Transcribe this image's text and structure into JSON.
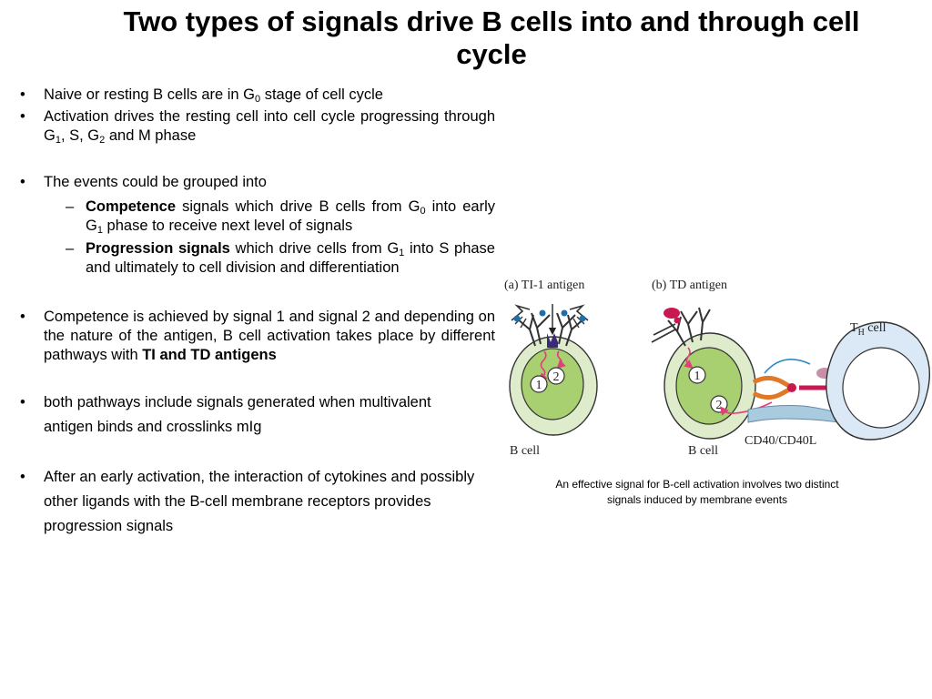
{
  "title": "Two types of signals drive B cells into and through cell cycle",
  "bullet_char": "•",
  "dash_char": "–",
  "bullets": {
    "b1": {
      "pre": "Naive or resting B cells are in G",
      "sub": "0",
      "post": " stage of cell cycle"
    },
    "b2": {
      "pre": "Activation drives the resting cell into cell cycle progressing through G",
      "sub1": "1",
      "mid1": ", S, G",
      "sub2": "2",
      "post": " and M phase"
    },
    "b3": {
      "text": "The events could be grouped into"
    },
    "s1": {
      "bold": "Competence",
      "pre": " signals which drive B cells from G",
      "sub1": "0",
      "mid": " into early G",
      "sub2": "1",
      "post": " phase to receive next level of signals"
    },
    "s2": {
      "bold": "Progression signals",
      "pre": " which drive cells from G",
      "sub": "1",
      "post": " into S phase and ultimately to cell division and differentiation"
    },
    "b4": {
      "pre": "Competence is achieved by signal 1 and signal 2 and depending on the nature of the antigen, B cell activation takes place by different pathways with ",
      "bold": "TI and TD antigens"
    },
    "b5": {
      "text": "both pathways include signals generated when multivalent antigen binds and crosslinks mIg"
    },
    "b6": {
      "text": "After an early activation, the interaction of cytokines and possibly other ligands with the B-cell membrane receptors provides progression signals"
    }
  },
  "figure": {
    "label_a": "(a)  TI-1 antigen",
    "label_b": "(b)  TD antigen",
    "bcell_a": "B cell",
    "bcell_b": "B cell",
    "th_main": "T",
    "th_sub": "H",
    "th_post": " cell",
    "cd40": "CD40/CD40L",
    "sig1": "1",
    "sig2": "2"
  },
  "colors": {
    "cell_outer": "#dfeccc",
    "cell_inner": "#a8d070",
    "th_outer": "#dbe9f7",
    "th_inner": "#ffffff",
    "signal": "#e0407a",
    "antigen": "#c81850",
    "ligand_orange": "#e07828",
    "cytokine": "#c890a8",
    "connector": "#a8cbe0"
  },
  "caption": "An effective signal for B-cell activation involves two distinct signals induced by membrane events"
}
